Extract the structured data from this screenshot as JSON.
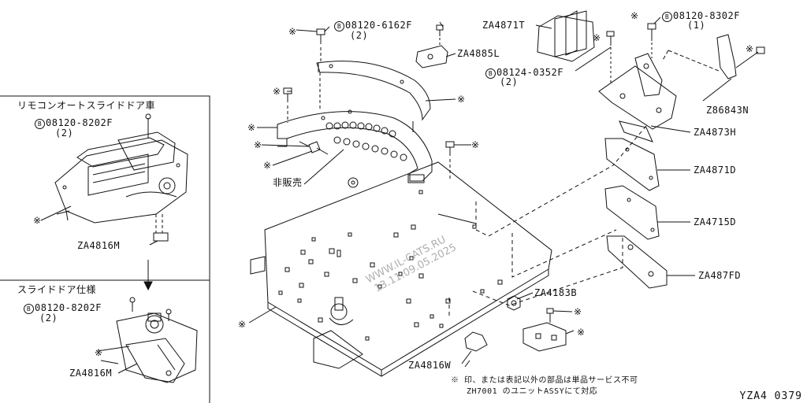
{
  "left_panel_top": {
    "title": "リモコンオートスライドドア車",
    "bolt_code": "08120-8202F",
    "bolt_qty": "(2)",
    "note_mark": "※",
    "part": "ZA4816M"
  },
  "left_panel_bottom": {
    "title": "スライドドア仕様",
    "bolt_code": "08120-8202F",
    "bolt_qty": "(2)",
    "note_mark": "※",
    "part": "ZA4816M"
  },
  "main": {
    "bolt_6162F": "08120-6162F",
    "bolt_6162F_qty": "(2)",
    "bolt_8302F": "08120-8302F",
    "bolt_8302F_qty": "(1)",
    "bolt_0352F": "08124-0352F",
    "bolt_0352F_qty": "(2)",
    "part_za4871t": "ZA4871T",
    "part_za4885l": "ZA4885L",
    "part_z86843n": "Z86843N",
    "part_za4873h": "ZA4873H",
    "part_za4871d": "ZA4871D",
    "part_za4715d": "ZA4715D",
    "part_za487fd": "ZA487FD",
    "part_za4183b": "ZA4183B",
    "part_za4816w": "ZA4816W",
    "not_for_sale": "非販売",
    "mark": "※",
    "circle_b": "B"
  },
  "footnote": {
    "line1": "※ 印、または表記以外の部品は単品サービス不可",
    "line2": "ZH7001 のユニットASSYにて対応"
  },
  "watermark": {
    "line1": "WWW.IL-CATS.RU",
    "line2": "13.11.09.05.2025"
  },
  "figure_id": "YZA4 0379"
}
